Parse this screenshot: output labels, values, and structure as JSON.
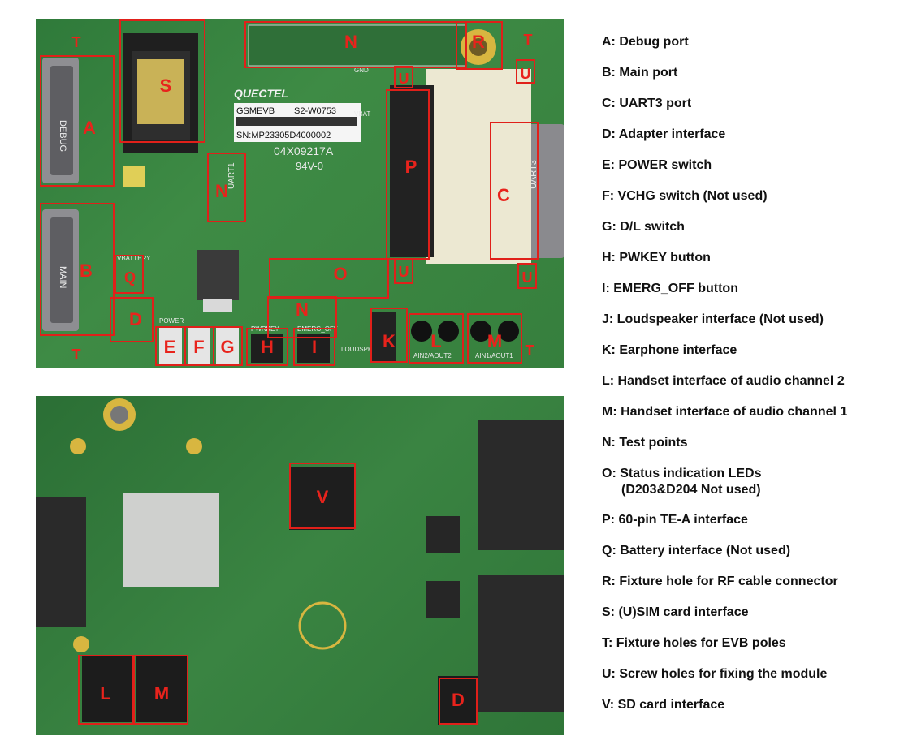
{
  "top_board": {
    "silkscreen": {
      "brand": "QUECTEL",
      "model": "GSMEVB",
      "revision": "S2-W0753",
      "serial": "SN:MP23305D4000002",
      "pcb_code": "04X09217A",
      "rating": "94V-0",
      "debug": "DEBUG",
      "main": "MAIN",
      "uart3": "UART3",
      "uart1": "UART1",
      "vbattery": "VBATTERY",
      "power": "POWER",
      "pwrkey": "PWRKEY",
      "emerg_off": "EMERG_OFF",
      "loudspk": "LOUDSPK",
      "ain2": "AIN2/AOUT2",
      "ain1": "AIN1/AOUT1",
      "gnd": "GND",
      "vbat": "VBAT"
    },
    "markers": {
      "A": "A",
      "B": "B",
      "C": "C",
      "D": "D",
      "E": "E",
      "F": "F",
      "G": "G",
      "H": "H",
      "I": "I",
      "K": "K",
      "L": "L",
      "M": "M",
      "N": "N",
      "O": "O",
      "P": "P",
      "Q": "Q",
      "R": "R",
      "S": "S",
      "T": "T",
      "U": "U"
    }
  },
  "bottom_board": {
    "markers": {
      "V": "V",
      "L": "L",
      "M": "M",
      "D": "D"
    }
  },
  "legend": [
    {
      "key": "A",
      "text": "A: Debug port"
    },
    {
      "key": "B",
      "text": "B: Main port"
    },
    {
      "key": "C",
      "text": "C: UART3 port"
    },
    {
      "key": "D",
      "text": "D: Adapter interface"
    },
    {
      "key": "E",
      "text": "E: POWER switch"
    },
    {
      "key": "F",
      "text": "F: VCHG switch (Not used)"
    },
    {
      "key": "G",
      "text": "G: D/L switch"
    },
    {
      "key": "H",
      "text": "H: PWKEY button"
    },
    {
      "key": "I",
      "text": "I: EMERG_OFF button"
    },
    {
      "key": "J",
      "text": "J: Loudspeaker interface (Not used)"
    },
    {
      "key": "K",
      "text": "K: Earphone interface"
    },
    {
      "key": "L",
      "text": "L: Handset interface of audio channel 2"
    },
    {
      "key": "M",
      "text": "M: Handset interface of audio channel 1"
    },
    {
      "key": "N",
      "text": "N: Test points"
    },
    {
      "key": "O",
      "text": "O: Status indication LEDs",
      "text2": "(D203&D204 Not used)"
    },
    {
      "key": "P",
      "text": "P: 60-pin TE-A interface"
    },
    {
      "key": "Q",
      "text": "Q: Battery interface (Not used)"
    },
    {
      "key": "R",
      "text": "R: Fixture hole for RF cable connector"
    },
    {
      "key": "S",
      "text": "S: (U)SIM card interface"
    },
    {
      "key": "T",
      "text": "T: Fixture holes for EVB poles"
    },
    {
      "key": "U",
      "text": "U: Screw holes for fixing the module"
    },
    {
      "key": "V",
      "text": "V: SD card interface"
    }
  ],
  "colors": {
    "board": "#3a8642",
    "highlight": "#e0201a",
    "marker_text": "#e8231c",
    "silkscreen": "#f2f2f2",
    "gold": "#d8b640"
  }
}
